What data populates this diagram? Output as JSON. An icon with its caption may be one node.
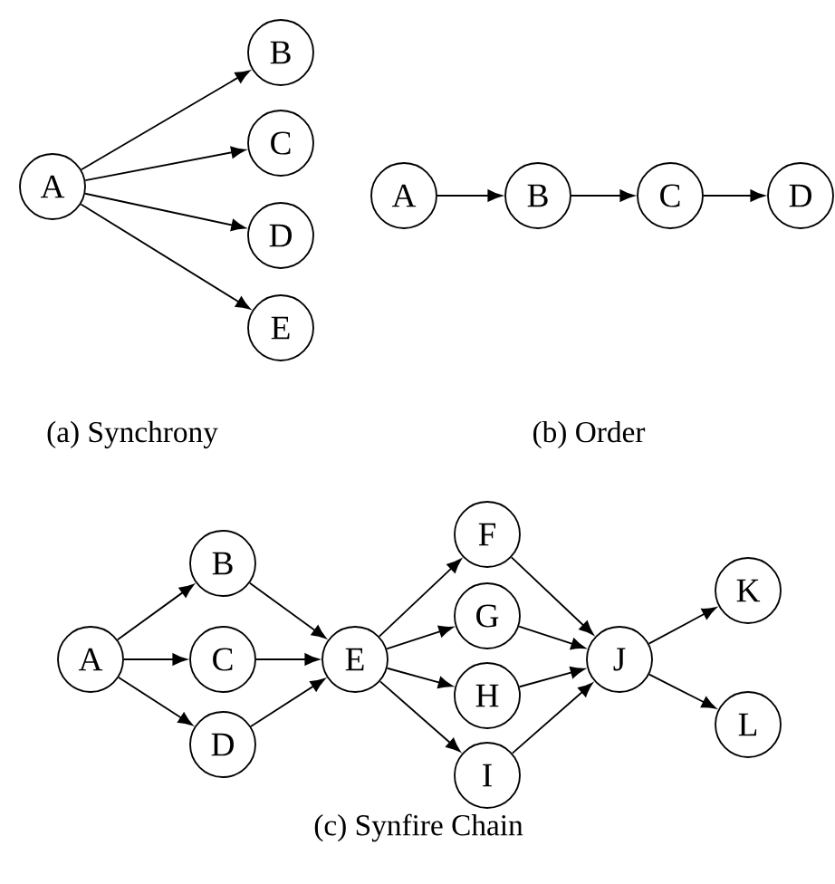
{
  "diagram": {
    "nodes": [
      {
        "text": [
          "A"
        ]
      },
      {
        "text": [
          "B"
        ]
      },
      {
        "text": [
          "C"
        ]
      },
      {
        "text": [
          "D"
        ]
      },
      {
        "text": [
          "E"
        ]
      },
      {
        "text": [
          "A"
        ]
      },
      {
        "text": [
          "B"
        ]
      },
      {
        "text": [
          "C"
        ]
      },
      {
        "text": [
          "D"
        ]
      },
      {
        "text": [
          "A"
        ]
      },
      {
        "text": [
          "B"
        ]
      },
      {
        "text": [
          "C"
        ]
      },
      {
        "text": [
          "D"
        ]
      },
      {
        "text": [
          "E"
        ]
      },
      {
        "text": [
          "F"
        ]
      },
      {
        "text": [
          "G"
        ]
      },
      {
        "text": [
          "H"
        ]
      },
      {
        "text": [
          "I"
        ]
      },
      {
        "text": [
          "J"
        ]
      },
      {
        "text": [
          "K"
        ]
      },
      {
        "text": [
          "L"
        ]
      }
    ],
    "edges": [
      {
        "from": 0,
        "to": 1,
        "arrow": "to"
      },
      {
        "from": 0,
        "to": 2,
        "arrow": "to"
      },
      {
        "from": 0,
        "to": 3,
        "arrow": "to"
      },
      {
        "from": 0,
        "to": 4,
        "arrow": "to"
      },
      {
        "from": 5,
        "to": 6,
        "arrow": "to"
      },
      {
        "from": 6,
        "to": 7,
        "arrow": "to"
      },
      {
        "from": 7,
        "to": 8,
        "arrow": "to"
      },
      {
        "from": 9,
        "to": 10,
        "arrow": "to"
      },
      {
        "from": 9,
        "to": 11,
        "arrow": "to"
      },
      {
        "from": 9,
        "to": 12,
        "arrow": "to"
      },
      {
        "from": 10,
        "to": 13,
        "arrow": "to"
      },
      {
        "from": 11,
        "to": 13,
        "arrow": "to"
      },
      {
        "from": 12,
        "to": 13,
        "arrow": "to"
      },
      {
        "from": 13,
        "to": 14,
        "arrow": "to"
      },
      {
        "from": 13,
        "to": 15,
        "arrow": "to"
      },
      {
        "from": 13,
        "to": 16,
        "arrow": "to"
      },
      {
        "from": 13,
        "to": 17,
        "arrow": "to"
      },
      {
        "from": 14,
        "to": 18,
        "arrow": "to"
      },
      {
        "from": 15,
        "to": 18,
        "arrow": "to"
      },
      {
        "from": 16,
        "to": 18,
        "arrow": "to"
      },
      {
        "from": 17,
        "to": 18,
        "arrow": "to"
      },
      {
        "from": 18,
        "to": 19,
        "arrow": "to"
      },
      {
        "from": 18,
        "to": 20,
        "arrow": "to"
      }
    ],
    "labels": [
      "(a) Synchrony",
      "(b) Order",
      "(c) Synfire Chain"
    ]
  }
}
